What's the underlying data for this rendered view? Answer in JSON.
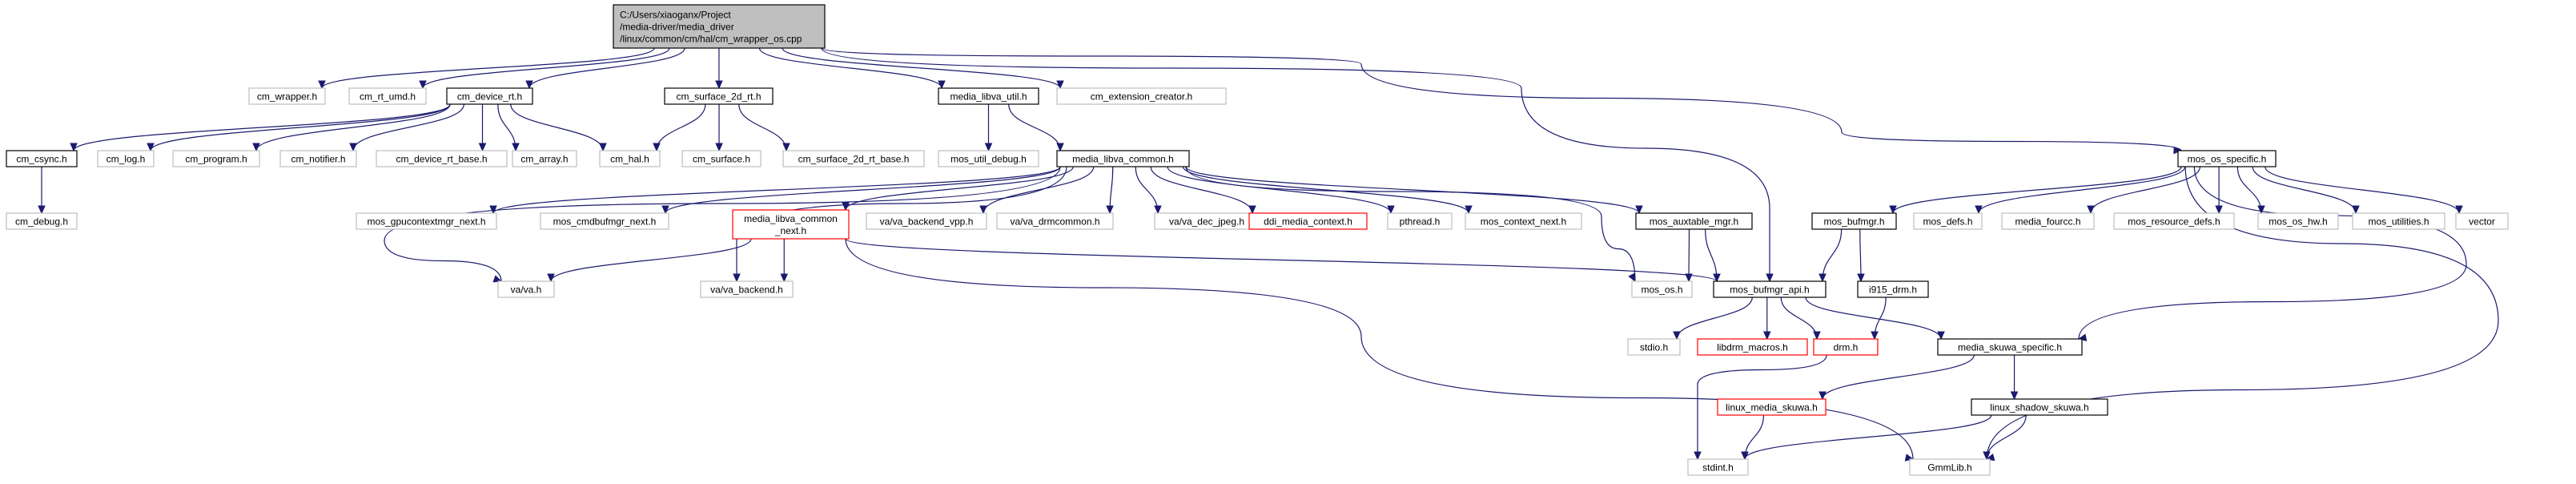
{
  "graph": {
    "nodes": [
      {
        "id": "root",
        "lines": [
          "C:/Users/xiaoganx/Project",
          "/media-driver/media_driver",
          "/linux/common/cm/hal/cm_wrapper_os.cpp"
        ],
        "style": "root"
      },
      {
        "id": "cm_wrapper",
        "lines": [
          "cm_wrapper.h"
        ],
        "style": "gray"
      },
      {
        "id": "cm_rt_umd",
        "lines": [
          "cm_rt_umd.h"
        ],
        "style": "gray"
      },
      {
        "id": "cm_device_rt",
        "lines": [
          "cm_device_rt.h"
        ],
        "style": "black"
      },
      {
        "id": "cm_surface_2d_rt",
        "lines": [
          "cm_surface_2d_rt.h"
        ],
        "style": "black"
      },
      {
        "id": "media_libva_util",
        "lines": [
          "media_libva_util.h"
        ],
        "style": "black"
      },
      {
        "id": "cm_extension_creator",
        "lines": [
          "cm_extension_creator.h"
        ],
        "style": "gray"
      },
      {
        "id": "cm_csync",
        "lines": [
          "cm_csync.h"
        ],
        "style": "black"
      },
      {
        "id": "cm_log",
        "lines": [
          "cm_log.h"
        ],
        "style": "gray"
      },
      {
        "id": "cm_program",
        "lines": [
          "cm_program.h"
        ],
        "style": "gray"
      },
      {
        "id": "cm_notifier",
        "lines": [
          "cm_notifier.h"
        ],
        "style": "gray"
      },
      {
        "id": "cm_device_rt_base",
        "lines": [
          "cm_device_rt_base.h"
        ],
        "style": "gray"
      },
      {
        "id": "cm_array",
        "lines": [
          "cm_array.h"
        ],
        "style": "gray"
      },
      {
        "id": "cm_hal",
        "lines": [
          "cm_hal.h"
        ],
        "style": "gray"
      },
      {
        "id": "cm_surface",
        "lines": [
          "cm_surface.h"
        ],
        "style": "gray"
      },
      {
        "id": "cm_surface_2d_rt_base",
        "lines": [
          "cm_surface_2d_rt_base.h"
        ],
        "style": "gray"
      },
      {
        "id": "mos_util_debug",
        "lines": [
          "mos_util_debug.h"
        ],
        "style": "gray"
      },
      {
        "id": "media_libva_common",
        "lines": [
          "media_libva_common.h"
        ],
        "style": "black"
      },
      {
        "id": "mos_os_specific",
        "lines": [
          "mos_os_specific.h"
        ],
        "style": "black"
      },
      {
        "id": "cm_debug",
        "lines": [
          "cm_debug.h"
        ],
        "style": "gray"
      },
      {
        "id": "mos_gpucontextmgr_next",
        "lines": [
          "mos_gpucontextmgr_next.h"
        ],
        "style": "gray"
      },
      {
        "id": "mos_cmdbufmgr_next",
        "lines": [
          "mos_cmdbufmgr_next.h"
        ],
        "style": "gray"
      },
      {
        "id": "media_libva_common_next",
        "lines": [
          "media_libva_common",
          "_next.h"
        ],
        "style": "red"
      },
      {
        "id": "va_backend_vpp",
        "lines": [
          "va/va_backend_vpp.h"
        ],
        "style": "gray"
      },
      {
        "id": "va_drmcommon",
        "lines": [
          "va/va_drmcommon.h"
        ],
        "style": "gray"
      },
      {
        "id": "va_dec_jpeg",
        "lines": [
          "va/va_dec_jpeg.h"
        ],
        "style": "gray"
      },
      {
        "id": "ddi_media_context",
        "lines": [
          "ddi_media_context.h"
        ],
        "style": "red"
      },
      {
        "id": "pthread",
        "lines": [
          "pthread.h"
        ],
        "style": "gray"
      },
      {
        "id": "mos_context_next",
        "lines": [
          "mos_context_next.h"
        ],
        "style": "gray"
      },
      {
        "id": "mos_auxtable_mgr",
        "lines": [
          "mos_auxtable_mgr.h"
        ],
        "style": "black"
      },
      {
        "id": "mos_bufmgr",
        "lines": [
          "mos_bufmgr.h"
        ],
        "style": "black"
      },
      {
        "id": "mos_defs",
        "lines": [
          "mos_defs.h"
        ],
        "style": "gray"
      },
      {
        "id": "media_fourcc",
        "lines": [
          "media_fourcc.h"
        ],
        "style": "gray"
      },
      {
        "id": "mos_resource_defs",
        "lines": [
          "mos_resource_defs.h"
        ],
        "style": "gray"
      },
      {
        "id": "mos_os_hw",
        "lines": [
          "mos_os_hw.h"
        ],
        "style": "gray"
      },
      {
        "id": "mos_utilities",
        "lines": [
          "mos_utilities.h"
        ],
        "style": "gray"
      },
      {
        "id": "vector",
        "lines": [
          "vector"
        ],
        "style": "gray"
      },
      {
        "id": "va_va",
        "lines": [
          "va/va.h"
        ],
        "style": "gray"
      },
      {
        "id": "va_backend",
        "lines": [
          "va/va_backend.h"
        ],
        "style": "gray"
      },
      {
        "id": "mos_os",
        "lines": [
          "mos_os.h"
        ],
        "style": "gray"
      },
      {
        "id": "mos_bufmgr_api",
        "lines": [
          "mos_bufmgr_api.h"
        ],
        "style": "black"
      },
      {
        "id": "i915_drm",
        "lines": [
          "i915_drm.h"
        ],
        "style": "black"
      },
      {
        "id": "stdio",
        "lines": [
          "stdio.h"
        ],
        "style": "gray"
      },
      {
        "id": "libdrm_macros",
        "lines": [
          "libdrm_macros.h"
        ],
        "style": "red"
      },
      {
        "id": "drm",
        "lines": [
          "drm.h"
        ],
        "style": "red"
      },
      {
        "id": "media_skuwa_specific",
        "lines": [
          "media_skuwa_specific.h"
        ],
        "style": "black"
      },
      {
        "id": "linux_media_skuwa",
        "lines": [
          "linux_media_skuwa.h"
        ],
        "style": "red"
      },
      {
        "id": "linux_shadow_skuwa",
        "lines": [
          "linux_shadow_skuwa.h"
        ],
        "style": "black"
      },
      {
        "id": "stdint",
        "lines": [
          "stdint.h"
        ],
        "style": "gray"
      },
      {
        "id": "gmmlib",
        "lines": [
          "GmmLib.h"
        ],
        "style": "gray"
      }
    ],
    "edges": [
      [
        "root",
        "cm_wrapper"
      ],
      [
        "root",
        "cm_rt_umd"
      ],
      [
        "root",
        "cm_device_rt"
      ],
      [
        "root",
        "cm_surface_2d_rt"
      ],
      [
        "root",
        "media_libva_util"
      ],
      [
        "root",
        "cm_extension_creator"
      ],
      [
        "root",
        "mos_os_specific"
      ],
      [
        "root",
        "mos_bufmgr_api"
      ],
      [
        "cm_device_rt",
        "cm_csync"
      ],
      [
        "cm_device_rt",
        "cm_log"
      ],
      [
        "cm_device_rt",
        "cm_program"
      ],
      [
        "cm_device_rt",
        "cm_notifier"
      ],
      [
        "cm_device_rt",
        "cm_device_rt_base"
      ],
      [
        "cm_device_rt",
        "cm_array"
      ],
      [
        "cm_device_rt",
        "cm_hal"
      ],
      [
        "cm_csync",
        "cm_debug"
      ],
      [
        "cm_surface_2d_rt",
        "cm_hal"
      ],
      [
        "cm_surface_2d_rt",
        "cm_surface"
      ],
      [
        "cm_surface_2d_rt",
        "cm_surface_2d_rt_base"
      ],
      [
        "media_libva_util",
        "mos_util_debug"
      ],
      [
        "media_libva_util",
        "media_libva_common"
      ],
      [
        "media_libva_common",
        "mos_gpucontextmgr_next"
      ],
      [
        "media_libva_common",
        "mos_cmdbufmgr_next"
      ],
      [
        "media_libva_common",
        "media_libva_common_next"
      ],
      [
        "media_libva_common",
        "va_backend_vpp"
      ],
      [
        "media_libva_common",
        "va_drmcommon"
      ],
      [
        "media_libva_common",
        "va_dec_jpeg"
      ],
      [
        "media_libva_common",
        "ddi_media_context"
      ],
      [
        "media_libva_common",
        "pthread"
      ],
      [
        "media_libva_common",
        "mos_context_next"
      ],
      [
        "media_libva_common",
        "mos_auxtable_mgr"
      ],
      [
        "media_libva_common",
        "va_va"
      ],
      [
        "media_libva_common",
        "va_backend"
      ],
      [
        "media_libva_common",
        "mos_os"
      ],
      [
        "media_libva_common_next",
        "va_va"
      ],
      [
        "media_libva_common_next",
        "va_backend"
      ],
      [
        "media_libva_common_next",
        "mos_bufmgr_api"
      ],
      [
        "media_libva_common_next",
        "gmmlib"
      ],
      [
        "mos_auxtable_mgr",
        "mos_os"
      ],
      [
        "mos_auxtable_mgr",
        "mos_bufmgr_api"
      ],
      [
        "mos_os_specific",
        "mos_bufmgr"
      ],
      [
        "mos_os_specific",
        "mos_defs"
      ],
      [
        "mos_os_specific",
        "media_fourcc"
      ],
      [
        "mos_os_specific",
        "mos_resource_defs"
      ],
      [
        "mos_os_specific",
        "mos_os_hw"
      ],
      [
        "mos_os_specific",
        "mos_utilities"
      ],
      [
        "mos_os_specific",
        "vector"
      ],
      [
        "mos_os_specific",
        "media_skuwa_specific"
      ],
      [
        "mos_os_specific",
        "gmmlib"
      ],
      [
        "mos_bufmgr",
        "mos_bufmgr_api"
      ],
      [
        "mos_bufmgr",
        "i915_drm"
      ],
      [
        "i915_drm",
        "drm"
      ],
      [
        "mos_bufmgr_api",
        "stdio"
      ],
      [
        "mos_bufmgr_api",
        "libdrm_macros"
      ],
      [
        "mos_bufmgr_api",
        "drm"
      ],
      [
        "mos_bufmgr_api",
        "media_skuwa_specific"
      ],
      [
        "media_skuwa_specific",
        "linux_media_skuwa"
      ],
      [
        "media_skuwa_specific",
        "linux_shadow_skuwa"
      ],
      [
        "drm",
        "stdint"
      ],
      [
        "linux_media_skuwa",
        "stdint"
      ],
      [
        "linux_shadow_skuwa",
        "stdint"
      ],
      [
        "linux_shadow_skuwa",
        "gmmlib"
      ]
    ]
  },
  "colors": {
    "edge": "#1a1a6e",
    "root_fill": "#bfbfbf",
    "black_border": "#000000",
    "gray_border": "#bfbfbf",
    "red_border": "#ff0000",
    "node_fill": "#ffffff"
  }
}
